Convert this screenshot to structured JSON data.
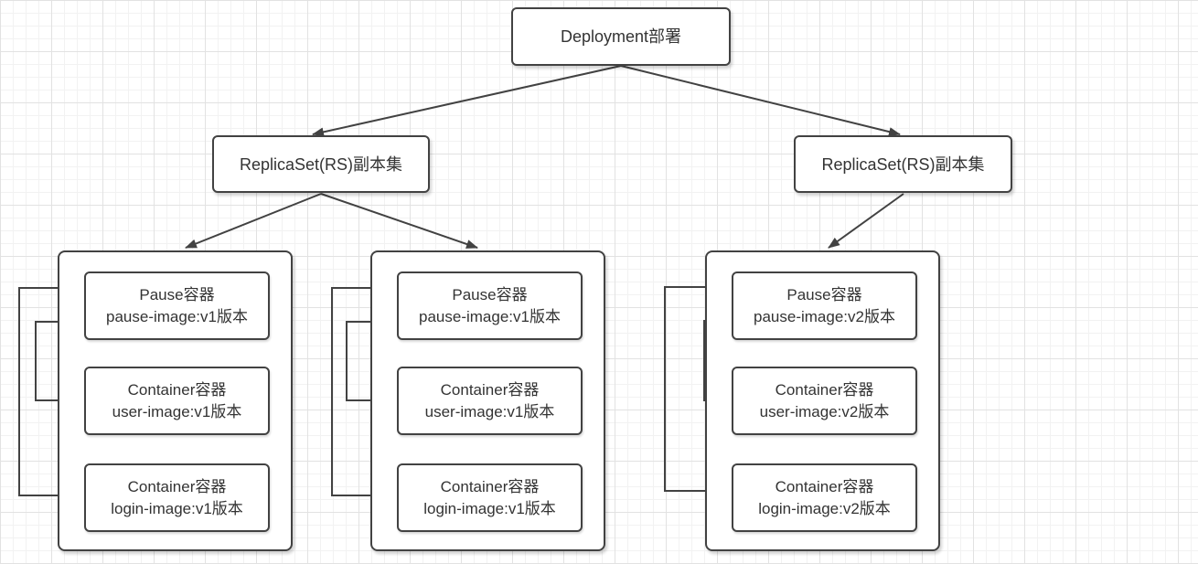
{
  "diagram": {
    "colors": {
      "stroke": "#424242",
      "text": "#333333",
      "node_fill": "#ffffff"
    },
    "deployment": {
      "label": "Deployment部署"
    },
    "replicasets": [
      {
        "label": "ReplicaSet(RS)副本集"
      },
      {
        "label": "ReplicaSet(RS)副本集"
      }
    ],
    "pods": [
      {
        "containers": [
          {
            "line1": "Pause容器",
            "line2": "pause-image:v1版本"
          },
          {
            "line1": "Container容器",
            "line2": "user-image:v1版本"
          },
          {
            "line1": "Container容器",
            "line2": "login-image:v1版本"
          }
        ]
      },
      {
        "containers": [
          {
            "line1": "Pause容器",
            "line2": "pause-image:v1版本"
          },
          {
            "line1": "Container容器",
            "line2": "user-image:v1版本"
          },
          {
            "line1": "Container容器",
            "line2": "login-image:v1版本"
          }
        ]
      },
      {
        "containers": [
          {
            "line1": "Pause容器",
            "line2": "pause-image:v2版本"
          },
          {
            "line1": "Container容器",
            "line2": "user-image:v2版本"
          },
          {
            "line1": "Container容器",
            "line2": "login-image:v2版本"
          }
        ]
      }
    ]
  }
}
